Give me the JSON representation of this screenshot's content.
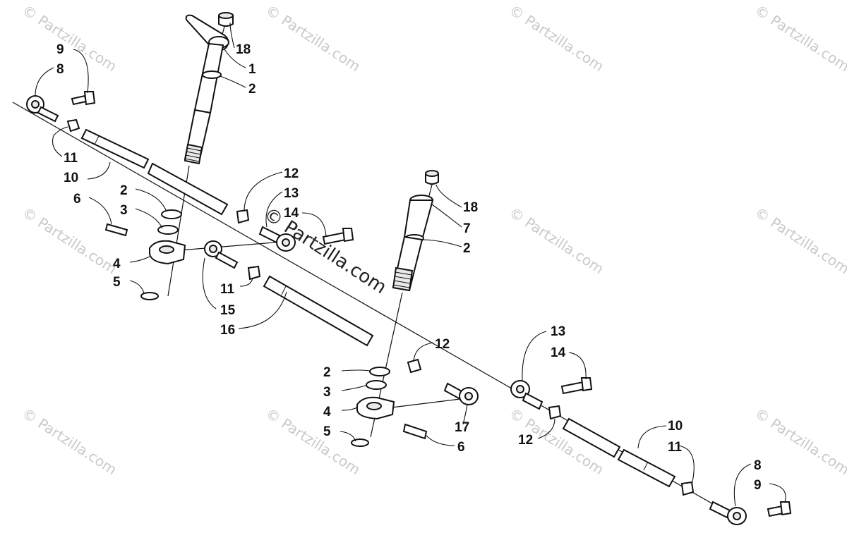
{
  "watermark": {
    "brand": "Partzilla.com",
    "copyright_symbol": "©",
    "center_text": "© Partzilla.com"
  },
  "callouts": [
    {
      "id": "c-9-tl",
      "text": "9"
    },
    {
      "id": "c-8-tl",
      "text": "8"
    },
    {
      "id": "c-18-top",
      "text": "18"
    },
    {
      "id": "c-1",
      "text": "1"
    },
    {
      "id": "c-2-top",
      "text": "2"
    },
    {
      "id": "c-11-l",
      "text": "11"
    },
    {
      "id": "c-10-l",
      "text": "10"
    },
    {
      "id": "c-12-mid",
      "text": "12"
    },
    {
      "id": "c-13-mid",
      "text": "13"
    },
    {
      "id": "c-14-mid",
      "text": "14"
    },
    {
      "id": "c-2-l",
      "text": "2"
    },
    {
      "id": "c-6-l",
      "text": "6"
    },
    {
      "id": "c-3-l",
      "text": "3"
    },
    {
      "id": "c-4-l",
      "text": "4"
    },
    {
      "id": "c-5-l",
      "text": "5"
    },
    {
      "id": "c-11-c",
      "text": "11"
    },
    {
      "id": "c-15",
      "text": "15"
    },
    {
      "id": "c-16",
      "text": "16"
    },
    {
      "id": "c-18-r",
      "text": "18"
    },
    {
      "id": "c-7",
      "text": "7"
    },
    {
      "id": "c-2-r",
      "text": "2"
    },
    {
      "id": "c-12-r",
      "text": "12"
    },
    {
      "id": "c-2-b",
      "text": "2"
    },
    {
      "id": "c-3-b",
      "text": "3"
    },
    {
      "id": "c-4-b",
      "text": "4"
    },
    {
      "id": "c-5-b",
      "text": "5"
    },
    {
      "id": "c-6-b",
      "text": "6"
    },
    {
      "id": "c-17",
      "text": "17"
    },
    {
      "id": "c-13-r",
      "text": "13"
    },
    {
      "id": "c-14-r",
      "text": "14"
    },
    {
      "id": "c-12-b",
      "text": "12"
    },
    {
      "id": "c-10-r",
      "text": "10"
    },
    {
      "id": "c-11-r",
      "text": "11"
    },
    {
      "id": "c-8-br",
      "text": "8"
    },
    {
      "id": "c-9-br",
      "text": "9"
    }
  ]
}
